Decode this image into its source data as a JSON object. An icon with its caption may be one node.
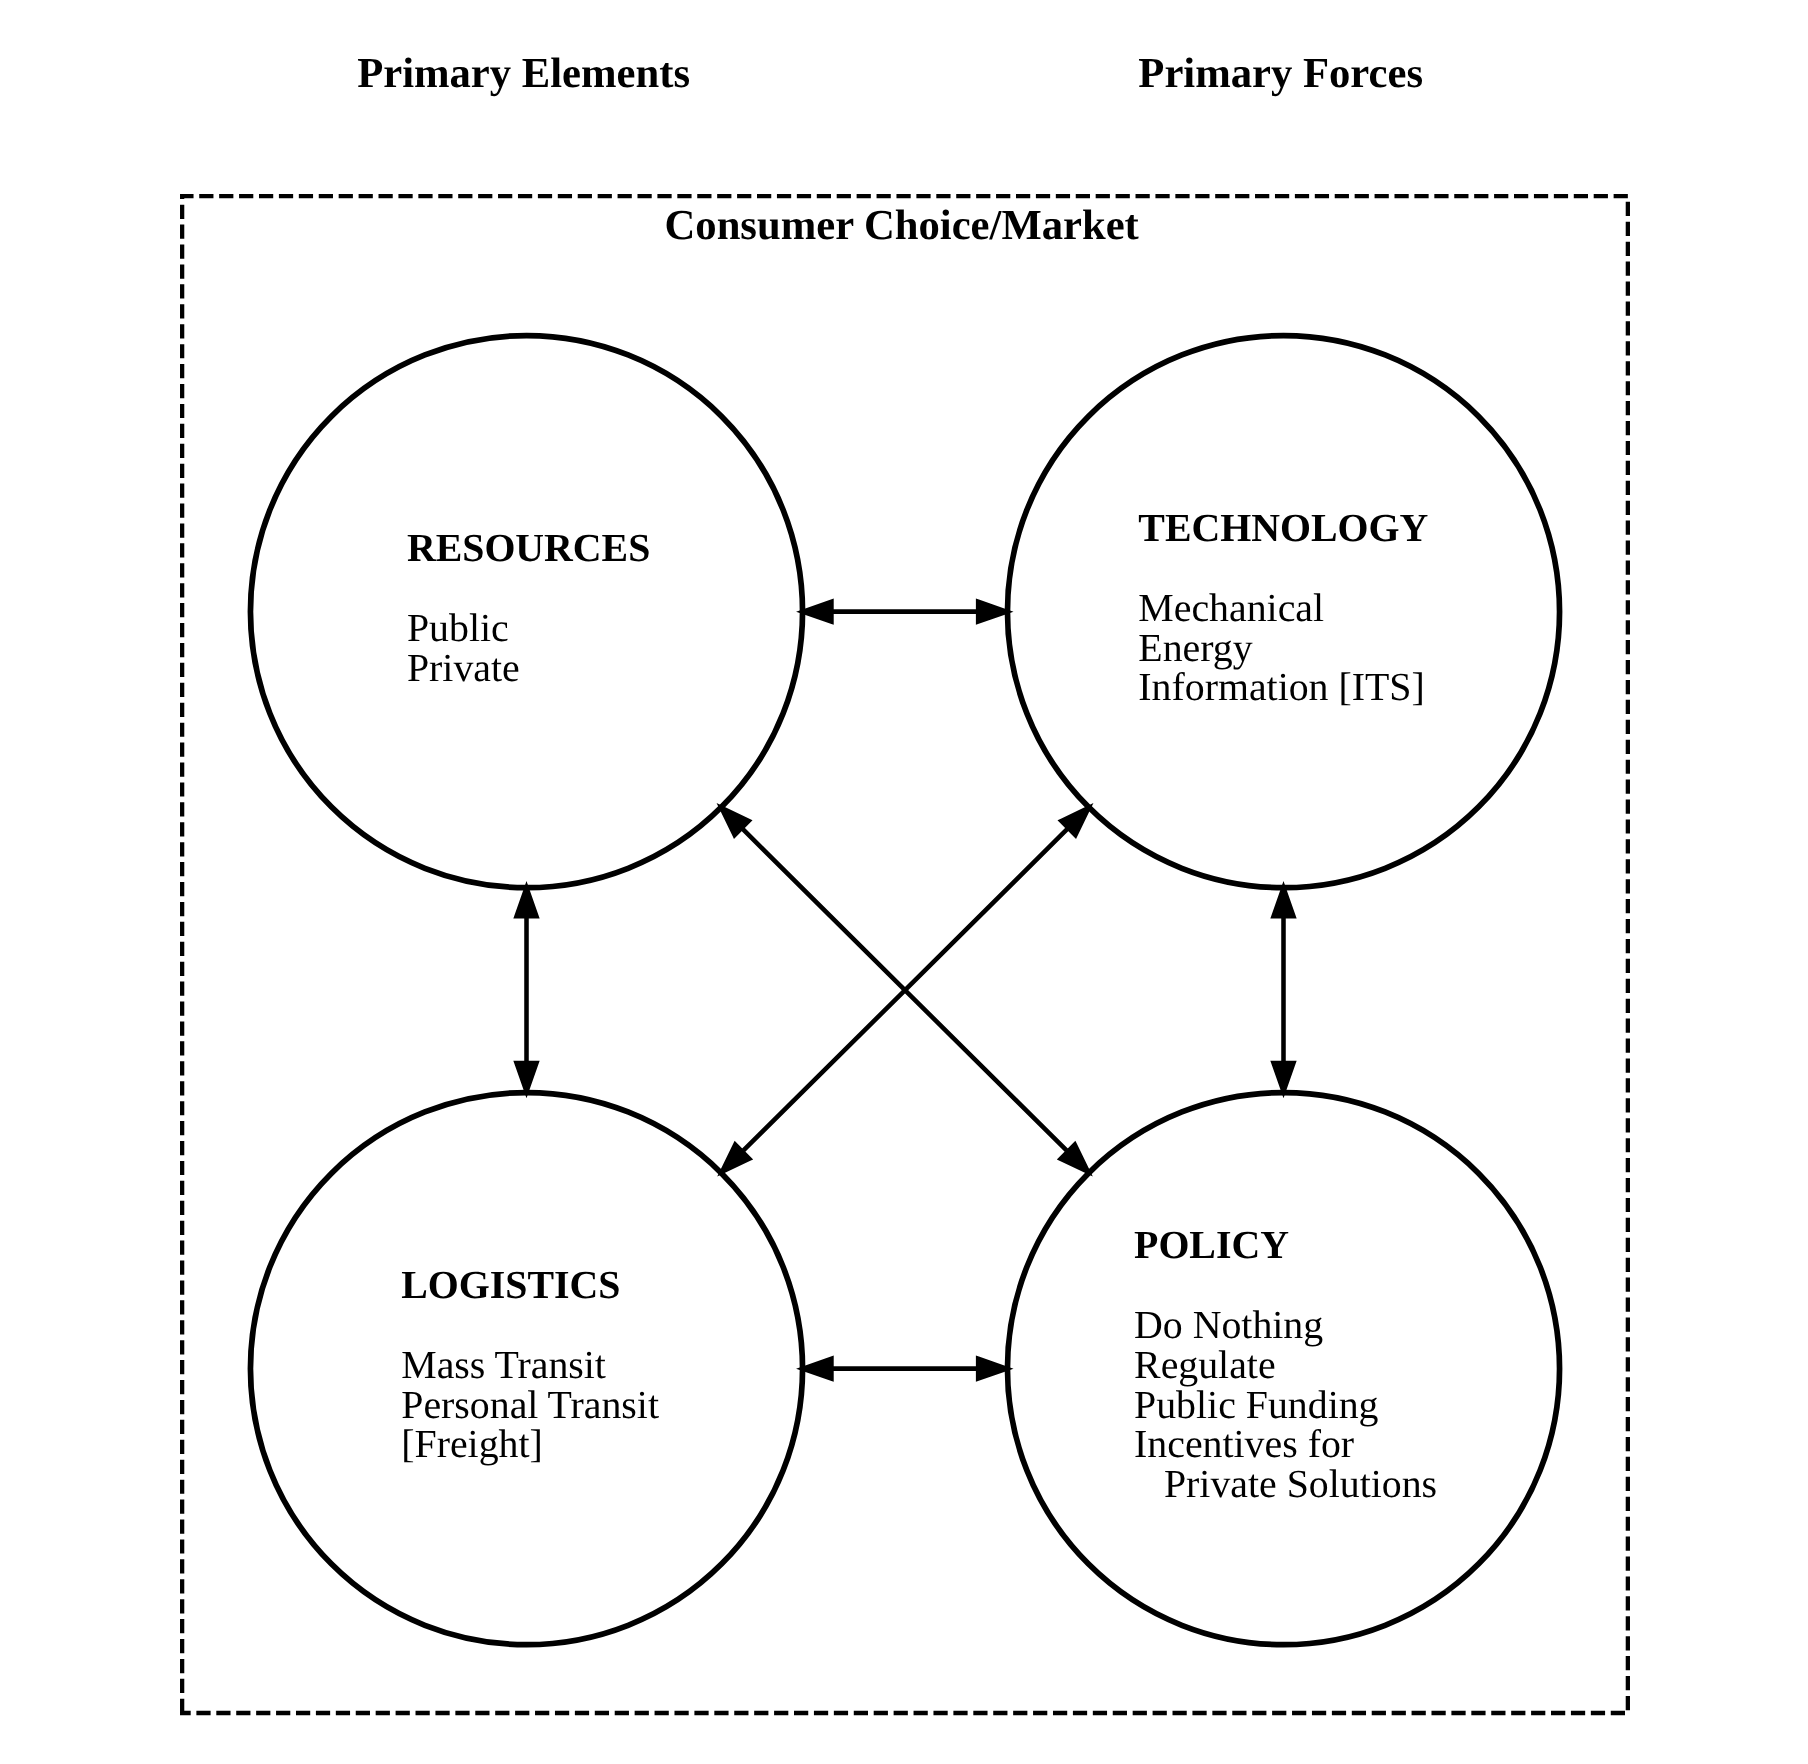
{
  "diagram": {
    "nodes": [
      {
        "text": [
          "Consumer Choice/Market"
        ]
      },
      {
        "text": [
          "RESOURCES",
          "Public",
          "Private"
        ],
        "in": 0
      },
      {
        "text": [
          "TECHNOLOGY",
          "Mechanical",
          "Energy",
          "Information [ITS]"
        ],
        "in": 0
      },
      {
        "text": [
          "LOGISTICS",
          "Mass Transit",
          "Personal Transit",
          "[Freight]"
        ],
        "in": 0
      },
      {
        "text": [
          "POLICY",
          "Do Nothing",
          "Regulate",
          "Public Funding",
          "Incentives for Private Solutions"
        ],
        "in": 0
      }
    ],
    "edges": [
      {
        "from": 1,
        "to": 2,
        "arrow": "both"
      },
      {
        "from": 1,
        "to": 3,
        "arrow": "both"
      },
      {
        "from": 1,
        "to": 4,
        "arrow": "both"
      },
      {
        "from": 2,
        "to": 3,
        "arrow": "both"
      },
      {
        "from": 2,
        "to": 4,
        "arrow": "both"
      },
      {
        "from": 3,
        "to": 4,
        "arrow": "both"
      }
    ],
    "labels": [
      "Primary Elements",
      "Primary Forces"
    ]
  }
}
